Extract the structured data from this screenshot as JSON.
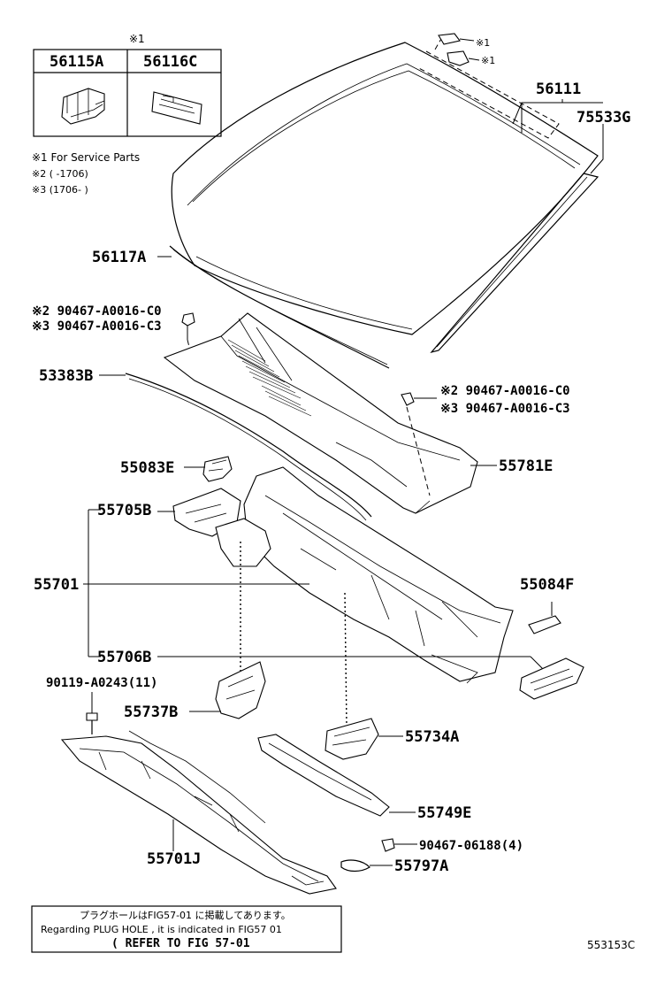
{
  "inset": {
    "marker": "※1",
    "headers": [
      "56115A",
      "56116C"
    ]
  },
  "notes": [
    "※1 For Service Parts",
    "※2 (      -1706)",
    "※3 (1706-       )"
  ],
  "callouts": [
    {
      "id": "56111",
      "text": "56111"
    },
    {
      "id": "75533G",
      "text": "75533G"
    },
    {
      "id": "marker1a",
      "text": "※1"
    },
    {
      "id": "marker1b",
      "text": "※1"
    },
    {
      "id": "56117A",
      "text": "56117A"
    },
    {
      "id": "clipL2",
      "text": "※2 90467-A0016-C0"
    },
    {
      "id": "clipL3",
      "text": "※3 90467-A0016-C3"
    },
    {
      "id": "53383B",
      "text": "53383B"
    },
    {
      "id": "clipR2",
      "text": "※2 90467-A0016-C0"
    },
    {
      "id": "clipR3",
      "text": "※3 90467-A0016-C3"
    },
    {
      "id": "55083E",
      "text": "55083E"
    },
    {
      "id": "55781E",
      "text": "55781E"
    },
    {
      "id": "55705B",
      "text": "55705B"
    },
    {
      "id": "55701",
      "text": "55701"
    },
    {
      "id": "55084F",
      "text": "55084F"
    },
    {
      "id": "55706B",
      "text": "55706B"
    },
    {
      "id": "90119",
      "text": "90119-A0243(11)"
    },
    {
      "id": "55737B",
      "text": "55737B"
    },
    {
      "id": "55734A",
      "text": "55734A"
    },
    {
      "id": "55749E",
      "text": "55749E"
    },
    {
      "id": "90467-06188",
      "text": "90467-06188(4)"
    },
    {
      "id": "55701J",
      "text": "55701J"
    },
    {
      "id": "55797A",
      "text": "55797A"
    }
  ],
  "bottom_box": {
    "line1": "プラグホールはFIG57-01 に掲載してあります。",
    "line2": "Regarding  PLUG HOLE , it is indicated in FIG57   01",
    "line3": "( REFER TO FIG 57-01"
  },
  "figure_code": "553153C"
}
